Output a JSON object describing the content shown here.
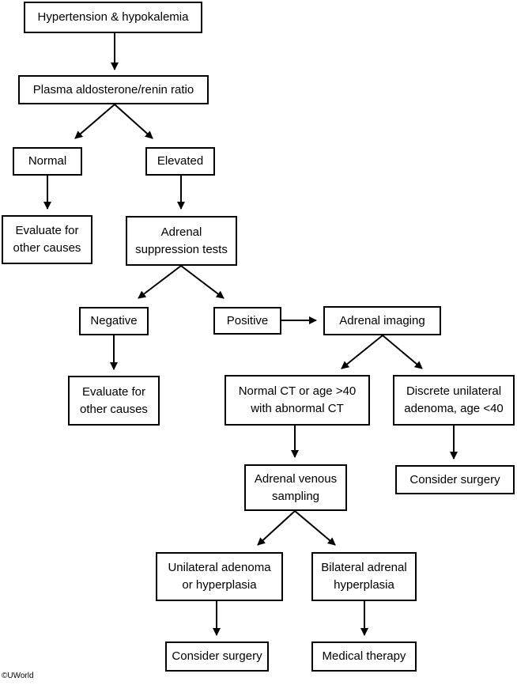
{
  "flowchart": {
    "nodes": {
      "start": "Hypertension & hypokalemia",
      "ratio": "Plasma aldosterone/renin ratio",
      "normal": "Normal",
      "elevated": "Elevated",
      "evaluate_1": "Evaluate for\nother causes",
      "suppression": "Adrenal\nsuppression tests",
      "negative": "Negative",
      "positive": "Positive",
      "imaging": "Adrenal imaging",
      "evaluate_2": "Evaluate for\nother causes",
      "normal_ct": "Normal CT or age >40\nwith abnormal CT",
      "discrete": "Discrete unilateral\nadenoma, age <40",
      "venous": "Adrenal venous\nsampling",
      "surgery_1": "Consider surgery",
      "unilateral": "Unilateral adenoma\nor hyperplasia",
      "bilateral": "Bilateral adrenal\nhyperplasia",
      "surgery_2": "Consider surgery",
      "medical": "Medical therapy"
    },
    "edges": [
      [
        "start",
        "ratio"
      ],
      [
        "ratio",
        "normal"
      ],
      [
        "ratio",
        "elevated"
      ],
      [
        "normal",
        "evaluate_1"
      ],
      [
        "elevated",
        "suppression"
      ],
      [
        "suppression",
        "negative"
      ],
      [
        "suppression",
        "positive"
      ],
      [
        "negative",
        "evaluate_2"
      ],
      [
        "positive",
        "imaging"
      ],
      [
        "imaging",
        "normal_ct"
      ],
      [
        "imaging",
        "discrete"
      ],
      [
        "normal_ct",
        "venous"
      ],
      [
        "discrete",
        "surgery_1"
      ],
      [
        "venous",
        "unilateral"
      ],
      [
        "venous",
        "bilateral"
      ],
      [
        "unilateral",
        "surgery_2"
      ],
      [
        "bilateral",
        "medical"
      ]
    ]
  },
  "copyright": "©UWorld"
}
